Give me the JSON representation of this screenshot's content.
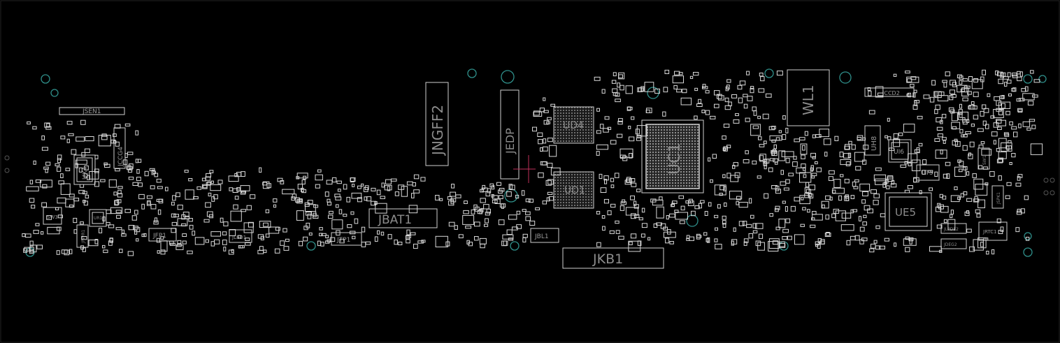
{
  "labels": {
    "jsen1": "JSEN1",
    "jccg4": "JCCG4",
    "ux4": "UX4",
    "sw3": "SW3",
    "ur1": "UR1",
    "jpwr1": "JPWR1",
    "jfp1": "JFP1",
    "jled1": "JLED1",
    "jtp1": "JTP1",
    "jbat1": "JBAT1",
    "jngff2": "JNGFF2",
    "jedp": "JEDP",
    "jbl1": "JBL1",
    "ud4": "UD4",
    "ud1": "UD1",
    "jkb1": "JKB1",
    "uc1": "UC1",
    "wl1": "WL1",
    "jccd2": "JCCD2",
    "uh8": "UH8",
    "ui6": "UI6",
    "ut5": "UT5",
    "ue5": "UE5",
    "jlpde2": "JLPDE2",
    "jdeg2": "JDEG2",
    "jrtc1": "JRTC1",
    "sw1": "SW1",
    "jspk1": "JSPK1"
  },
  "colors": {
    "background": "#000000",
    "outline": "#cfcfcf",
    "mount_hole": "#2f8f8a",
    "trace_marker": "#c0305a"
  }
}
